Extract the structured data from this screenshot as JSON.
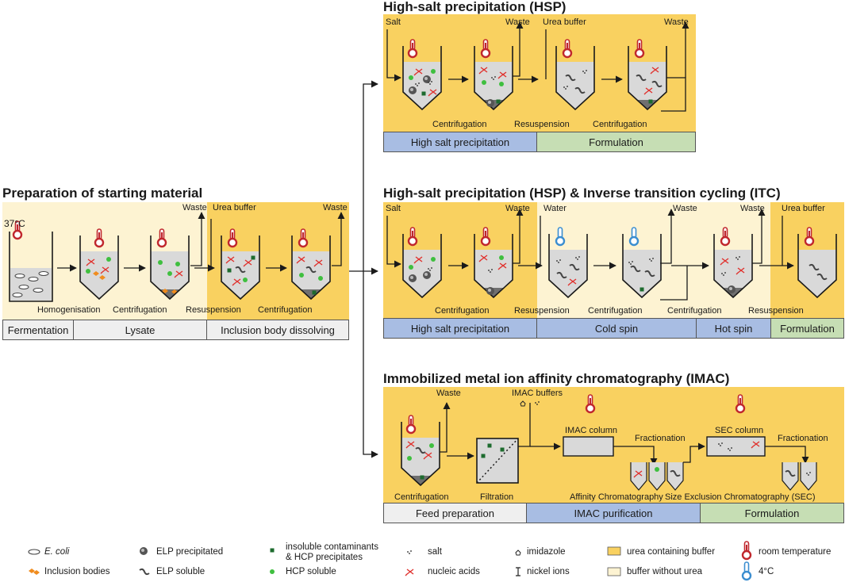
{
  "colors": {
    "urea": "#f9d160",
    "no_urea": "#fdf3d2",
    "purple": "#a8bde3",
    "green": "#c6deb4",
    "grey": "#efefef",
    "lightgrey": "#d6d6d6",
    "therm_red": "#c0272d",
    "therm_blue": "#3b8ed0",
    "nucleic": "#e0312d",
    "hcp": "#3fbf3f",
    "ins": "#1d6b2e",
    "orange": "#f08c1e"
  },
  "prep": {
    "title": "Preparation of starting material",
    "temp": "37°C",
    "waste1": "Waste",
    "urea_buffer": "Urea buffer",
    "waste2": "Waste",
    "homogenisation": "Homogenisation",
    "centrifugation1": "Centrifugation",
    "resuspension": "Resuspension",
    "centrifugation2": "Centrifugation",
    "stages": [
      "Fermentation",
      "Lysate",
      "Inclusion body dissolving"
    ]
  },
  "hsp": {
    "title": "High-salt precipitation (HSP)",
    "salt": "Salt",
    "waste1": "Waste",
    "urea_buffer": "Urea buffer",
    "waste2": "Waste",
    "centrifugation1": "Centrifugation",
    "resuspension": "Resuspension",
    "centrifugation2": "Centrifugation",
    "stages": [
      "High salt precipitation",
      "Formulation"
    ]
  },
  "itc": {
    "title": "High-salt precipitation (HSP) & Inverse transition cycling (ITC)",
    "salt": "Salt",
    "waste1": "Waste",
    "water": "Water",
    "waste2": "Waste",
    "waste3": "Waste",
    "urea_buffer": "Urea buffer",
    "centrifugation1": "Centrifugation",
    "resuspension1": "Resuspension",
    "centrifugation2": "Centrifugation",
    "centrifugation3": "Centrifugation",
    "resuspension2": "Resuspension",
    "stages": [
      "High salt precipitation",
      "Cold spin",
      "Hot spin",
      "Formulation"
    ]
  },
  "imac": {
    "title": "Immobilized metal ion affinity chromatography (IMAC)",
    "waste": "Waste",
    "imac_buffers": "IMAC buffers",
    "imac_column": "IMAC column",
    "fractionation1": "Fractionation",
    "sec_column": "SEC column",
    "fractionation2": "Fractionation",
    "centrifugation": "Centrifugation",
    "filtration": "Filtration",
    "affinity": "Affinity Chromatography",
    "sec": "Size Exclusion Chromatography (SEC)",
    "stages": [
      "Feed preparation",
      "IMAC purification",
      "Formulation"
    ]
  },
  "legend": {
    "ecoli": "E. coli",
    "inclusion": "Inclusion bodies",
    "elp_prec": "ELP precipitated",
    "elp_sol": "ELP soluble",
    "insoluble": "insoluble contaminants\n& HCP precipitates",
    "hcp_sol": "HCP soluble",
    "salt": "salt",
    "nucleic": "nucleic acids",
    "imidazole": "imidazole",
    "nickel": "nickel ions",
    "urea_buf": "urea containing buffer",
    "no_urea_buf": "buffer without urea",
    "room_temp": "room temperature",
    "cold": "4°C"
  }
}
